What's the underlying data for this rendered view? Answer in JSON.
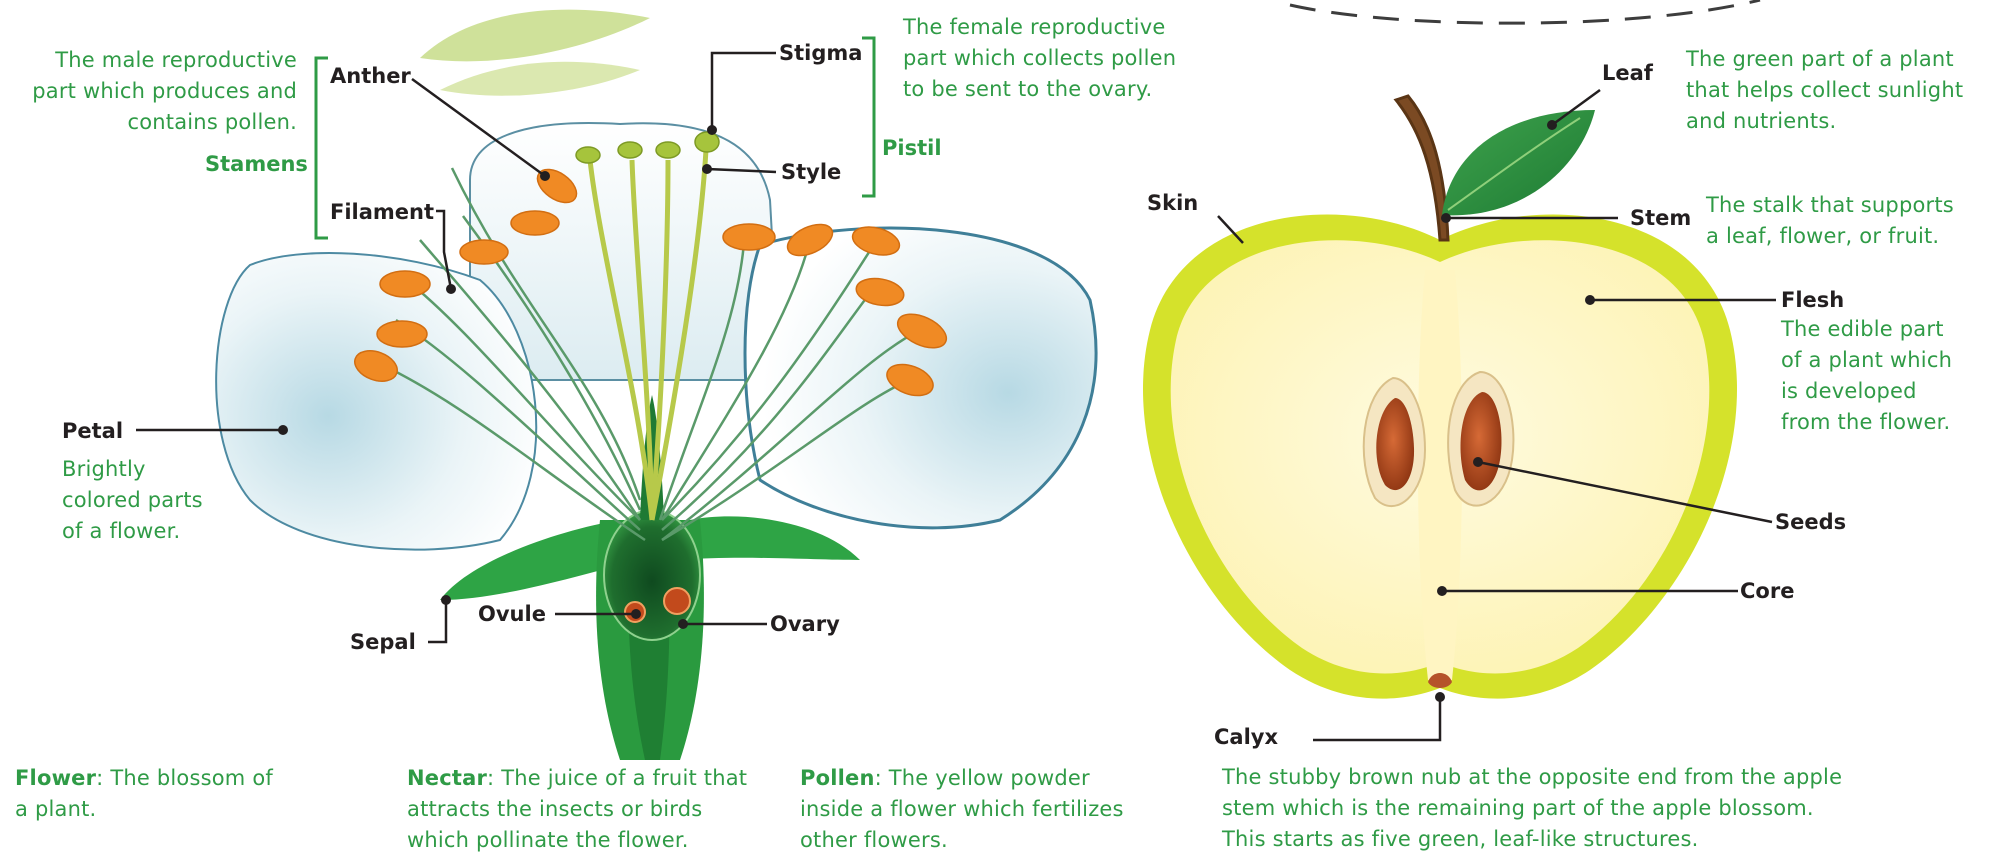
{
  "flower": {
    "stamens_desc": [
      "The male reproductive",
      "part which produces and",
      "contains pollen."
    ],
    "stamens_label": "Stamens",
    "anther": "Anther",
    "filament": "Filament",
    "stigma": "Stigma",
    "style": "Style",
    "pistil_label": "Pistil",
    "pistil_desc": [
      "The female reproductive",
      "part which collects pollen",
      "to be sent to the ovary."
    ],
    "petal": "Petal",
    "petal_desc": [
      "Brightly",
      "colored parts",
      "of a flower."
    ],
    "sepal": "Sepal",
    "ovule": "Ovule",
    "ovary": "Ovary"
  },
  "apple": {
    "leaf": "Leaf",
    "leaf_desc": [
      "The green part of a plant",
      "that helps collect sunlight",
      "and nutrients."
    ],
    "skin": "Skin",
    "stem": "Stem",
    "stem_desc": [
      "The stalk that supports",
      "a leaf, flower, or fruit."
    ],
    "flesh": "Flesh",
    "flesh_desc": [
      "The edible part",
      "of a plant which",
      "is developed",
      "from the flower."
    ],
    "seeds": "Seeds",
    "core": "Core",
    "calyx": "Calyx",
    "calyx_desc": [
      "The stubby brown nub at the opposite end from the apple",
      "stem which is the remaining part of the apple blossom.",
      "This starts as five green, leaf-like structures."
    ]
  },
  "definitions": {
    "flower_term": "Flower",
    "flower_text": [
      ": The blossom of",
      "a plant."
    ],
    "nectar_term": "Nectar",
    "nectar_text": [
      ": The juice of a fruit that",
      "attracts the insects or birds",
      "which pollinate the flower."
    ],
    "pollen_term": "Pollen",
    "pollen_text": [
      ": The yellow powder",
      "inside a flower which fertilizes",
      "other flowers."
    ]
  },
  "colors": {
    "accent_green": "#2f9b46",
    "label_dark": "#231f20",
    "anther_orange": "#f08a24",
    "apple_skin": "#d4e22a",
    "apple_flesh": "#fff7c4",
    "seed_brown": "#b5532a",
    "petal_blue": "#bfdde6"
  }
}
